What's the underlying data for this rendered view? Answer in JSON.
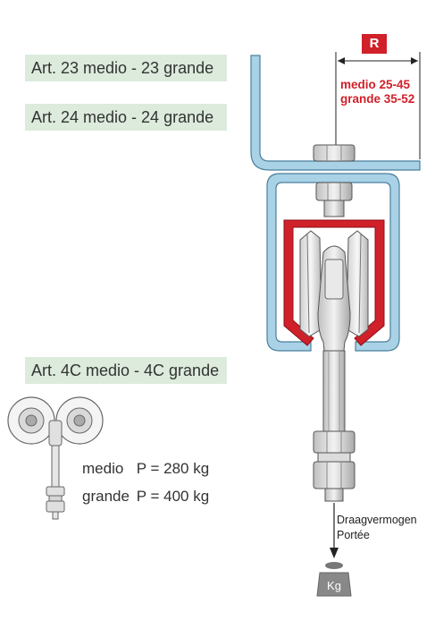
{
  "labels": {
    "art23": "Art. 23 medio - 23 grande",
    "art24": "Art. 24 medio - 24 grande",
    "art4c": "Art. 4C medio - 4C grande"
  },
  "dimension": {
    "badge": "R",
    "medio": "medio 25-45",
    "grande": "grande 35-52"
  },
  "specs": [
    {
      "size": "medio",
      "load": "P = 280 kg"
    },
    {
      "size": "grande",
      "load": "P = 400 kg"
    }
  ],
  "load": {
    "label_nl": "Draagvermogen",
    "label_fr": "Portée",
    "weight_text": "Kg"
  },
  "colors": {
    "rail": "#a9d2e6",
    "rail_stroke": "#4a7f9c",
    "accent": "#d0202a",
    "label_bg": "#dcebdc"
  }
}
